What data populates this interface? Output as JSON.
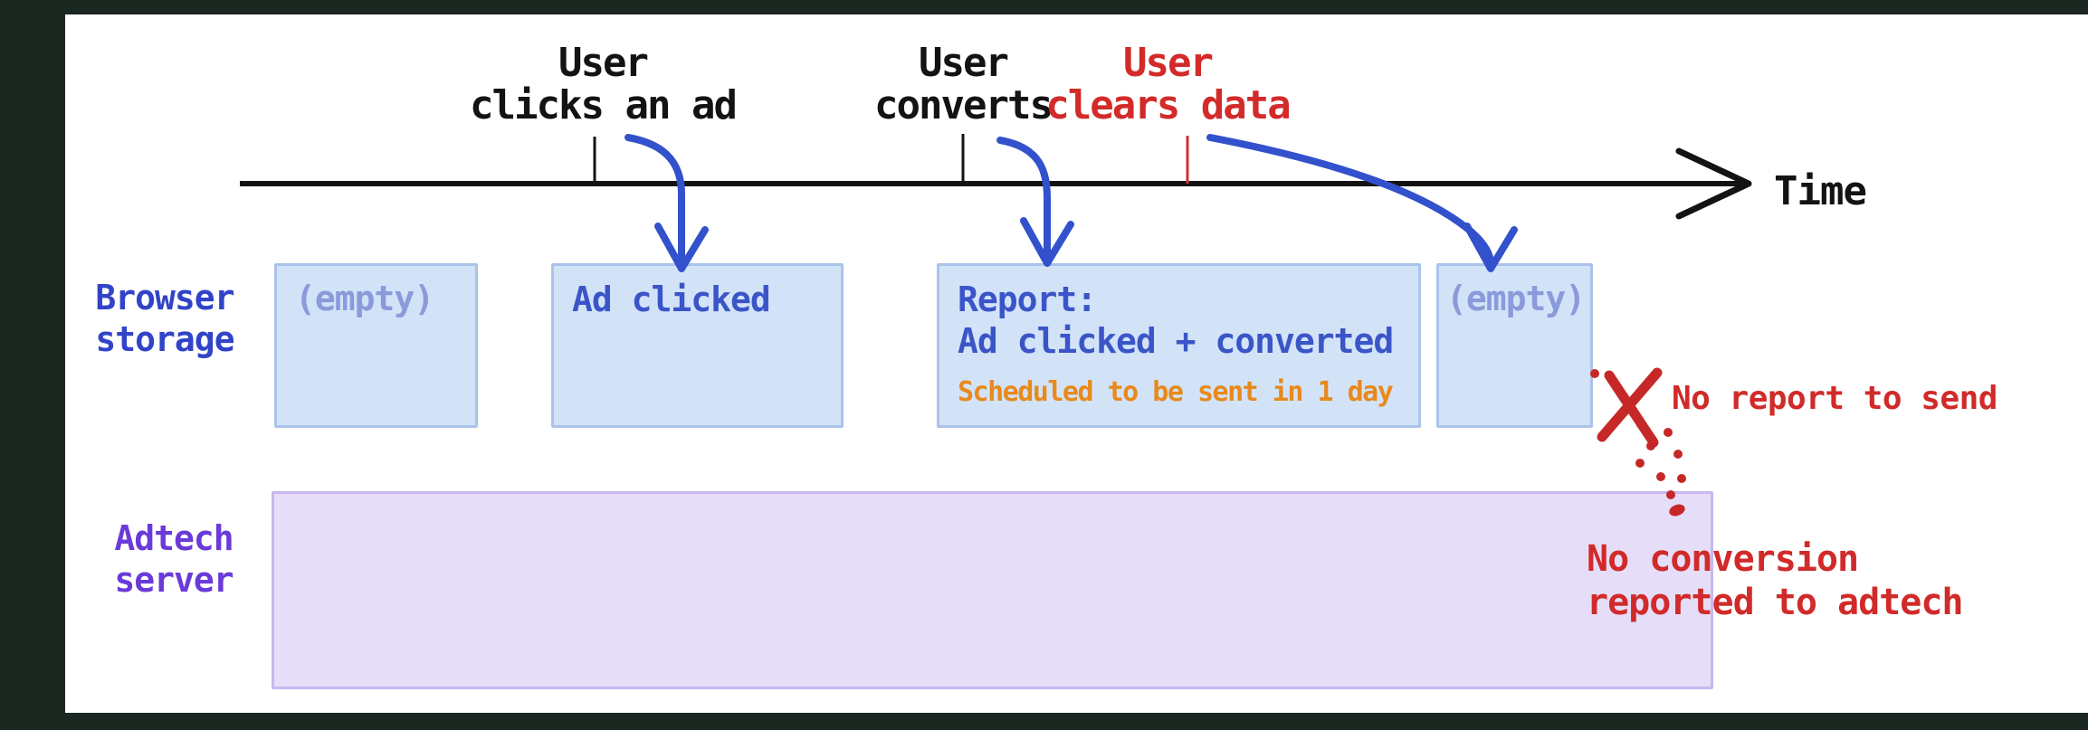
{
  "palette": {
    "backdrop": "#1b2721",
    "canvas": "#ffffff",
    "axis_black": "#131313",
    "arrow_blue": "#3351cc",
    "box_fill_blue": "#d2e3f8",
    "box_border_blue": "#aac3e9",
    "box_text_blue": "#3b55c8",
    "empty_text_blue": "#8a9ada",
    "server_fill_purple": "#e6def8",
    "server_border_purple": "#c8b7f0",
    "browser_label_blue": "#3144c8",
    "adtech_label_purple": "#6a3bd8",
    "warning_red": "#d12a2a",
    "note_orange": "#e8891c"
  },
  "timeline": {
    "axis_label": "Time",
    "events": [
      {
        "id": "ad-click",
        "line1": "User",
        "line2": "clicks an ad",
        "color": "#131313"
      },
      {
        "id": "conversion",
        "line1": "User",
        "line2": "converts",
        "color": "#131313"
      },
      {
        "id": "clear-data",
        "line1": "User",
        "line2": "clears data",
        "color": "#d32a2a"
      }
    ]
  },
  "rows": [
    {
      "id": "browser-storage",
      "line1": "Browser",
      "line2": "storage"
    },
    {
      "id": "adtech-server",
      "line1": "Adtech",
      "line2": "server"
    }
  ],
  "storage_boxes": [
    {
      "id": "empty-before-click",
      "text": "(empty)"
    },
    {
      "id": "ad-clicked",
      "text": "Ad clicked"
    },
    {
      "id": "report",
      "line1": "Report:",
      "line2": "Ad clicked + converted",
      "note": "Scheduled to be sent in 1 day"
    },
    {
      "id": "empty-after-clear",
      "text": "(empty)"
    }
  ],
  "annotations": {
    "no_report": "No report to send",
    "no_conversion_line1": "No conversion",
    "no_conversion_line2": "reported to adtech"
  }
}
